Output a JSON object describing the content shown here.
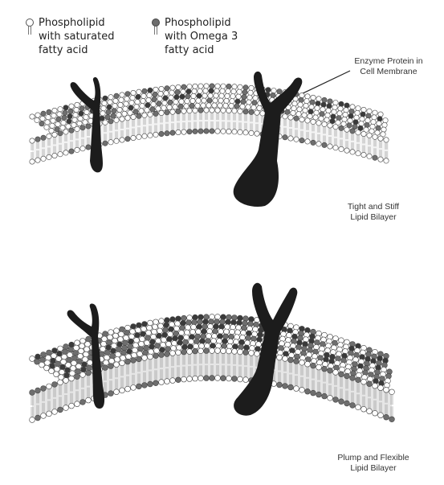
{
  "legend": {
    "saturated": {
      "label": "Phospholipid\nwith saturated\nfatty acid",
      "icon": "phospholipid-white-icon"
    },
    "omega3": {
      "label": "Phospholipid\nwith Omega 3\nfatty acid",
      "icon": "phospholipid-grey-icon"
    }
  },
  "annotations": {
    "enzyme": "Enzyme Protein in\nCell Membrane",
    "tight": "Tight and Stiff\nLipid Bilayer",
    "plump": "Plump and Flexible\nLipid Bilayer"
  },
  "colors": {
    "saturated_head": "#ffffff",
    "omega3_head": "#6e6e6e",
    "dark_head": "#3a3a3a",
    "protein": "#1c1c1c",
    "tail": "#8a8a8a",
    "bilayer_fill_flexible": "#e6e6e6"
  }
}
